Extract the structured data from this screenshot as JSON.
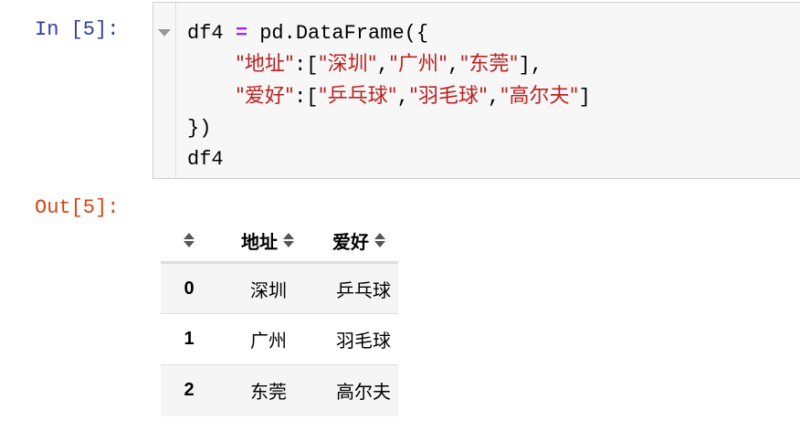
{
  "input_prompt": "In [5]:",
  "output_prompt": "Out[5]:",
  "code": {
    "line1": {
      "var": "df4",
      "op": "=",
      "rest": "pd.DataFrame({"
    },
    "line2": {
      "indent": "    ",
      "key": "\"地址\"",
      "sep": ":[",
      "v1": "\"深圳\"",
      "c1": ",",
      "v2": "\"广州\"",
      "c2": ",",
      "v3": "\"东莞\"",
      "end": "],"
    },
    "line3": {
      "indent": "    ",
      "key": "\"爱好\"",
      "sep": ":[",
      "v1": "\"乒乓球\"",
      "c1": ",",
      "v2": "\"羽毛球\"",
      "c2": ",",
      "v3": "\"高尔夫\"",
      "end": "]"
    },
    "line4": "})",
    "line5": "df4"
  },
  "dataframe": {
    "columns": [
      "地址",
      "爱好"
    ],
    "rows": [
      {
        "index": "0",
        "地址": "深圳",
        "爱好": "乒乓球"
      },
      {
        "index": "1",
        "地址": "广州",
        "爱好": "羽毛球"
      },
      {
        "index": "2",
        "地址": "东莞",
        "爱好": "高尔夫"
      }
    ]
  },
  "icons": {
    "fold": "collapse-triangle-icon",
    "sort": "sort-updown-icon"
  },
  "colors": {
    "input_prompt": "#303f9f",
    "output_prompt": "#d84315",
    "string": "#ba2121",
    "operator": "#aa22ff",
    "cell_bg": "#f7f7f7"
  }
}
